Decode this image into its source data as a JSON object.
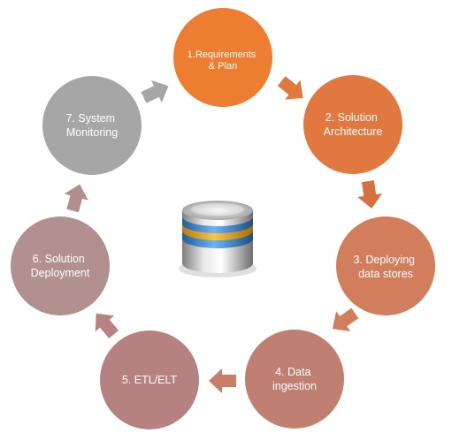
{
  "steps": [
    {
      "line1": "1.Requirements",
      "line2": "& Plan",
      "color": "#ED7D31"
    },
    {
      "line1": "2. Solution",
      "line2": "Architecture",
      "color": "#E07840"
    },
    {
      "line1": "3. Deploying",
      "line2": "data stores",
      "color": "#D27D5B"
    },
    {
      "line1": "4. Data",
      "line2": "ingestion",
      "color": "#C07F71"
    },
    {
      "line1": "5. ETL/ELT",
      "line2": "",
      "color": "#B58181"
    },
    {
      "line1": "6. Solution",
      "line2": "Deployment",
      "color": "#B29090"
    },
    {
      "line1": "7. System",
      "line2": "Monitoring",
      "color": "#A6A6A6"
    }
  ],
  "arrow_colors": [
    "#E07840",
    "#D6703F",
    "#D27D5B",
    "#C87E69",
    "#B98180",
    "#B48E8C",
    "#A6A6A6"
  ],
  "center_icon": "database-icon"
}
